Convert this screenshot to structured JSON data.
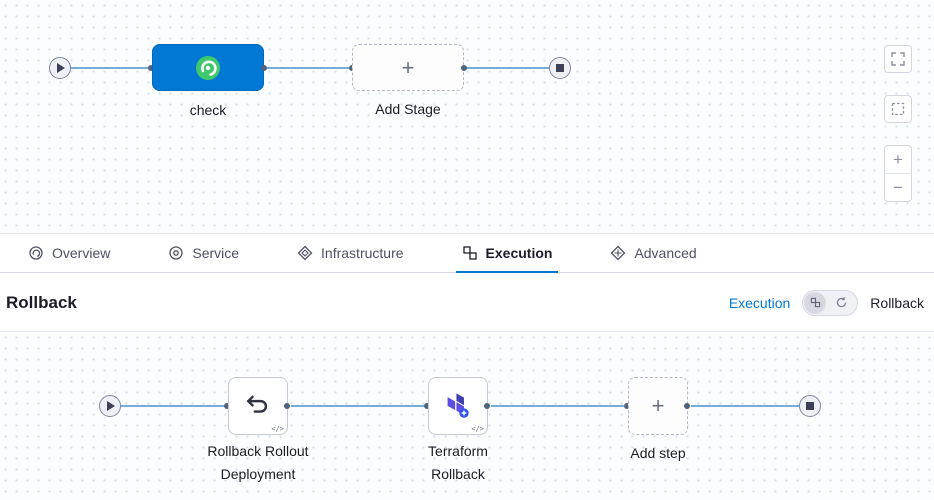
{
  "colors": {
    "accent": "#0278d5",
    "stage_fill": "#0278d5",
    "harness_green": "#3fc96c",
    "terraform_purple": "#5c4ee5",
    "edge_blue": "#74abd8"
  },
  "icons": {
    "plus": "+",
    "minus": "−",
    "code": "</>"
  },
  "stage_canvas": {
    "stage_label": "check",
    "add_stage_label": "Add Stage"
  },
  "tabs": [
    {
      "label": "Overview",
      "active": false
    },
    {
      "label": "Service",
      "active": false
    },
    {
      "label": "Infrastructure",
      "active": false
    },
    {
      "label": "Execution",
      "active": true
    },
    {
      "label": "Advanced",
      "active": false
    }
  ],
  "rollback_section": {
    "title": "Rollback",
    "execution_link_label": "Execution",
    "rollback_toggle_label": "Rollback"
  },
  "execution_canvas": {
    "steps": [
      {
        "label_line1": "Rollback Rollout",
        "label_line2": "Deployment"
      },
      {
        "label_line1": "Terraform",
        "label_line2": "Rollback"
      }
    ],
    "add_step_label": "Add step"
  }
}
